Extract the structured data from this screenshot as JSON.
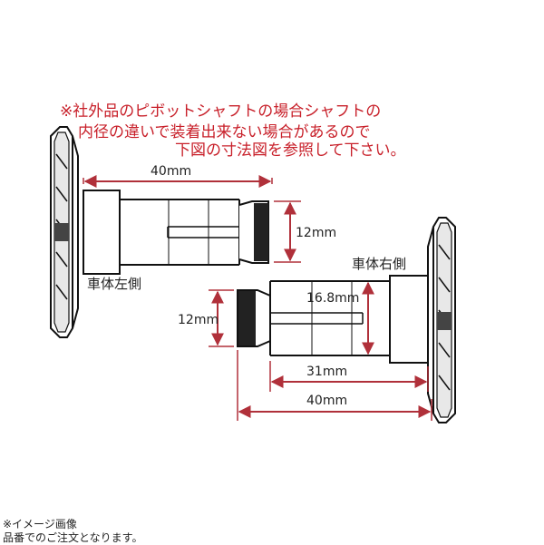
{
  "notes": [
    "※社外品のピボットシャフトの場合シャフトの",
    "内径の違いで装着出来ない場合があるので",
    "下図の寸法図を参照して下さい。"
  ],
  "labels": {
    "left_side": "車体左側",
    "right_side": "車体右側"
  },
  "dimensions": {
    "left_length": "40mm",
    "left_tip_diameter": "12mm",
    "right_shaft_diameter": "16.8mm",
    "right_tip_diameter": "12mm",
    "right_shaft_length": "31mm",
    "right_length": "40mm"
  },
  "footer": [
    "※イメージ画像",
    "品番でのご注文となります。"
  ],
  "colors": {
    "note_text": "#c8202a",
    "dimension_line": "#b0303a",
    "outline": "#111111"
  }
}
